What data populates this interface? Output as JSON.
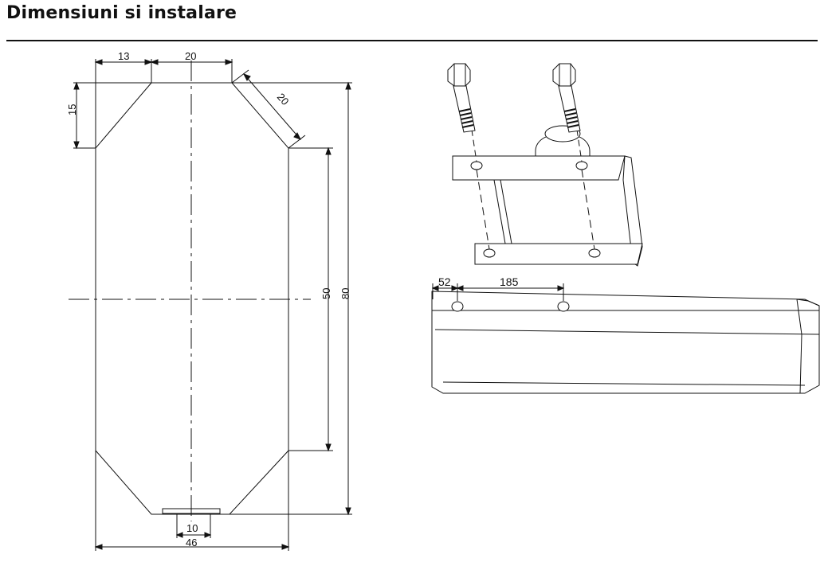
{
  "heading": "Dimensiuni si instalare",
  "left_drawing": {
    "dims": {
      "top_left": "13",
      "top_center": "20",
      "chamfer": "20",
      "left_side": "15",
      "inner_height": "50",
      "total_height": "80",
      "bottom_inner": "10",
      "bottom_total": "46"
    }
  },
  "right_drawing": {
    "dims": {
      "first_hole": "52",
      "hole_spacing": "185"
    }
  }
}
